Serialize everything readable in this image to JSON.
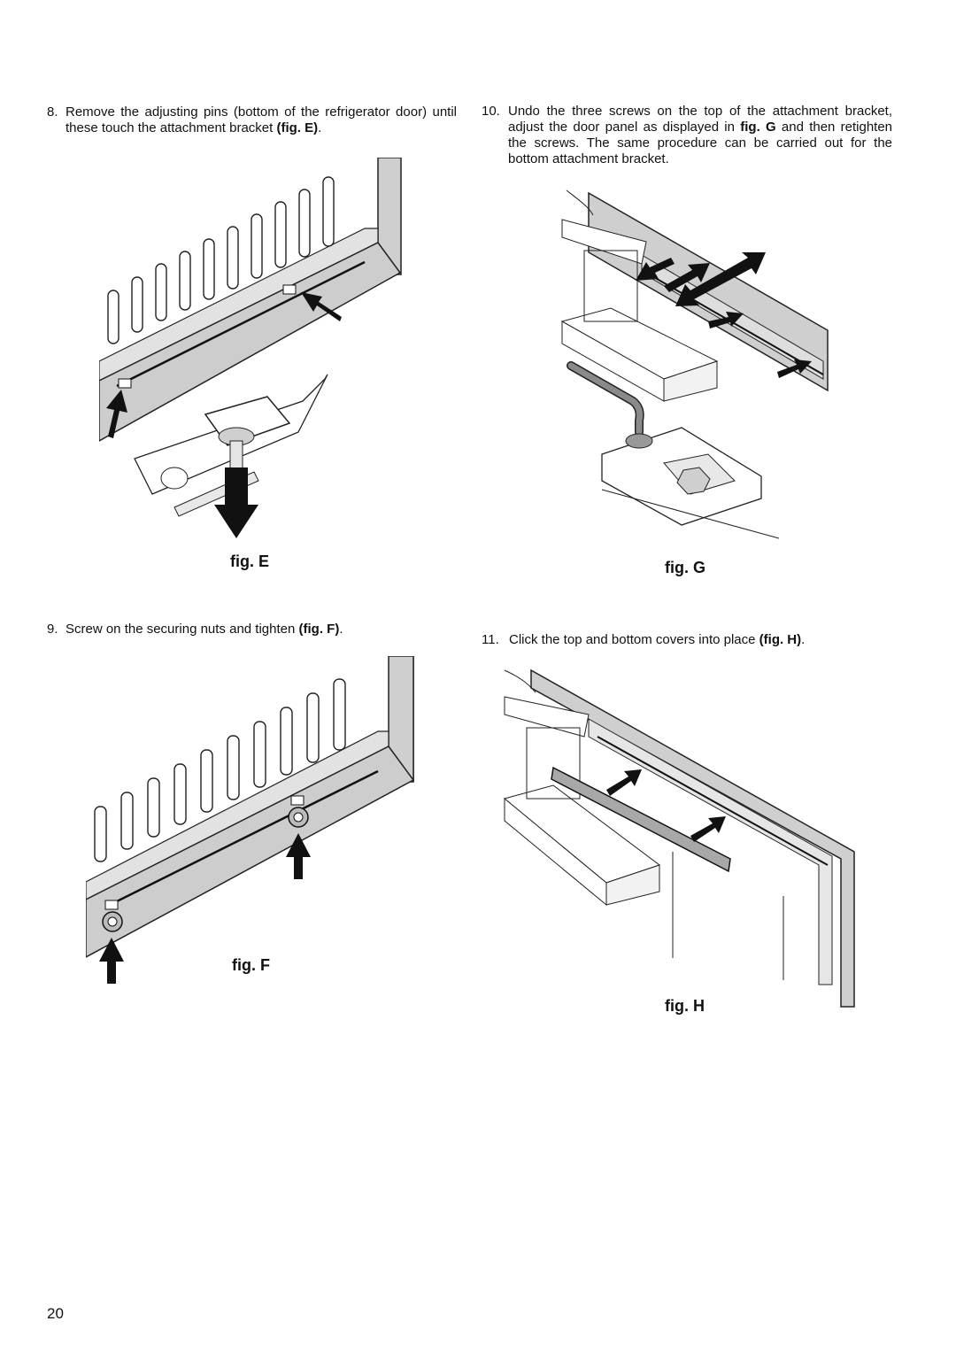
{
  "page_number": "20",
  "steps": [
    {
      "number": "8.",
      "text_before": "Remove the adjusting pins (bottom of the refrigerator door) until these touch the attachment bracket ",
      "ref": "(fig. E)",
      "text_after": "."
    },
    {
      "number": "9.",
      "text_before": "Screw on the securing nuts and tighten ",
      "ref": "(fig. F)",
      "text_after": "."
    },
    {
      "number": "10.",
      "text_before": "Undo the three screws on the top of the attachment bracket, adjust the door panel as displayed in ",
      "ref": "fig. G",
      "text_after": " and then retighten the screws. The same procedure can be carried out for the bottom attachment bracket."
    },
    {
      "number": "11.",
      "text_before": "Click the top and bottom covers into place ",
      "ref": "(fig. H)",
      "text_after": "."
    }
  ],
  "figures": {
    "e": {
      "caption": "fig. E"
    },
    "f": {
      "caption": "fig. F"
    },
    "g": {
      "caption": "fig. G"
    },
    "h": {
      "caption": "fig. H"
    }
  }
}
